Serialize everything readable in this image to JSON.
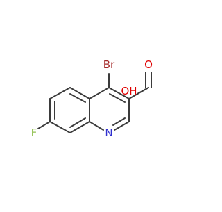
{
  "molecule": {
    "atoms": {
      "bromine": "Br",
      "nitrogen": "N",
      "fluorine": "F",
      "hydroxyl": "OH",
      "carbonyl_oxygen": "O"
    },
    "colors": {
      "bond": "#3b3b3b",
      "bromine": "#a52a2a",
      "nitrogen": "#3030d0",
      "fluorine": "#90c050",
      "oxygen": "#e00000"
    }
  }
}
